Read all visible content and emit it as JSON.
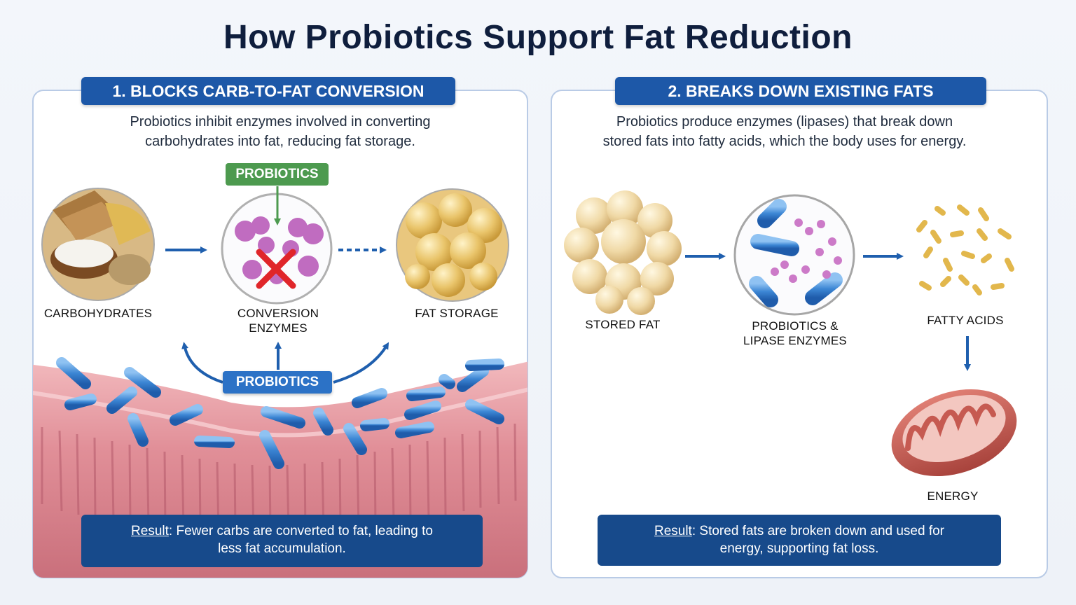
{
  "title": "How Probiotics Support Fat Reduction",
  "left_panel": {
    "header": "1. BLOCKS CARB-TO-FAT CONVERSION",
    "description_line1": "Probiotics inhibit enzymes involved in converting",
    "description_line2": "carbohydrates into fat, reducing fat storage.",
    "badge_top": "PROBIOTICS",
    "badge_bottom": "PROBIOTICS",
    "nodes": {
      "carbs": "CARBOHYDRATES",
      "enzymes_line1": "CONVERSION",
      "enzymes_line2": "ENZYMES",
      "fat_storage": "FAT STORAGE"
    },
    "result_keyword": "Result",
    "result_line1_rest": ": Fewer carbs are converted to fat, leading to",
    "result_line2": "less fat accumulation."
  },
  "right_panel": {
    "header": "2. BREAKS DOWN EXISTING FATS",
    "description_line1": "Probiotics produce enzymes (lipases) that break down",
    "description_line2": "stored fats into fatty acids, which the body uses for energy.",
    "nodes": {
      "stored_fat": "STORED FAT",
      "lipase_line1": "PROBIOTICS &",
      "lipase_line2": "LIPASE ENZYMES",
      "fatty_acids": "FATTY ACIDS",
      "energy": "ENERGY"
    },
    "result_keyword": "Result",
    "result_line1_rest": ": Stored fats are broken down and used for",
    "result_line2": "energy, supporting fat loss."
  },
  "colors": {
    "header_blue": "#1d58a8",
    "result_blue": "#174a8b",
    "probiotics_green": "#4d9a4f",
    "probiotics_blue": "#2c72c6",
    "inhibit_red": "#e0262a",
    "arrow_blue": "#1f5fae"
  },
  "icons": [
    "carbohydrates-food-image",
    "enzyme-molecule-icon",
    "block-x-icon",
    "fat-cells-image",
    "bacteria-icon",
    "intestinal-lining-image",
    "fatty-acids-icon",
    "mitochondria-icon"
  ]
}
